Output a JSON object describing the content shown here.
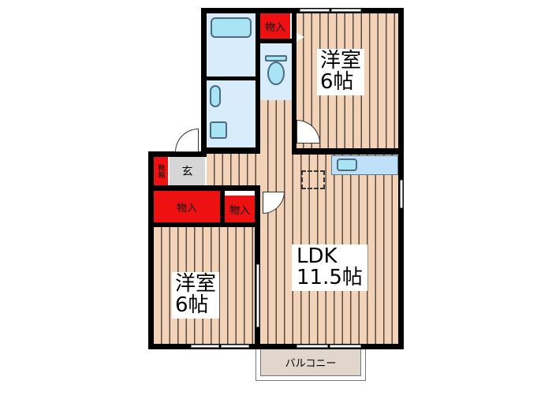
{
  "floorplan": {
    "rooms": {
      "bedroom_north": {
        "name": "洋室",
        "size": "6帖"
      },
      "bedroom_south": {
        "name": "洋室",
        "size": "6帖"
      },
      "ldk": {
        "name": "LDK",
        "size": "11.5帖"
      },
      "entrance": {
        "name": "玄"
      },
      "shoe_box": {
        "name": "靴箱"
      },
      "closet_north": {
        "name": "物入"
      },
      "closet_west": {
        "name": "物入"
      },
      "closet_mid": {
        "name": "物入"
      },
      "balcony": {
        "name": "バルコニー"
      }
    },
    "colors": {
      "wall": "#000000",
      "floor": "#f3d3b8",
      "floor_line": "#5a4a42",
      "closet": "#ee1111",
      "wet_area": "#d9ecfb",
      "fixture": "#a9e4f5",
      "entrance": "#d6d6d6",
      "balcony": "#e0d6cc"
    }
  }
}
